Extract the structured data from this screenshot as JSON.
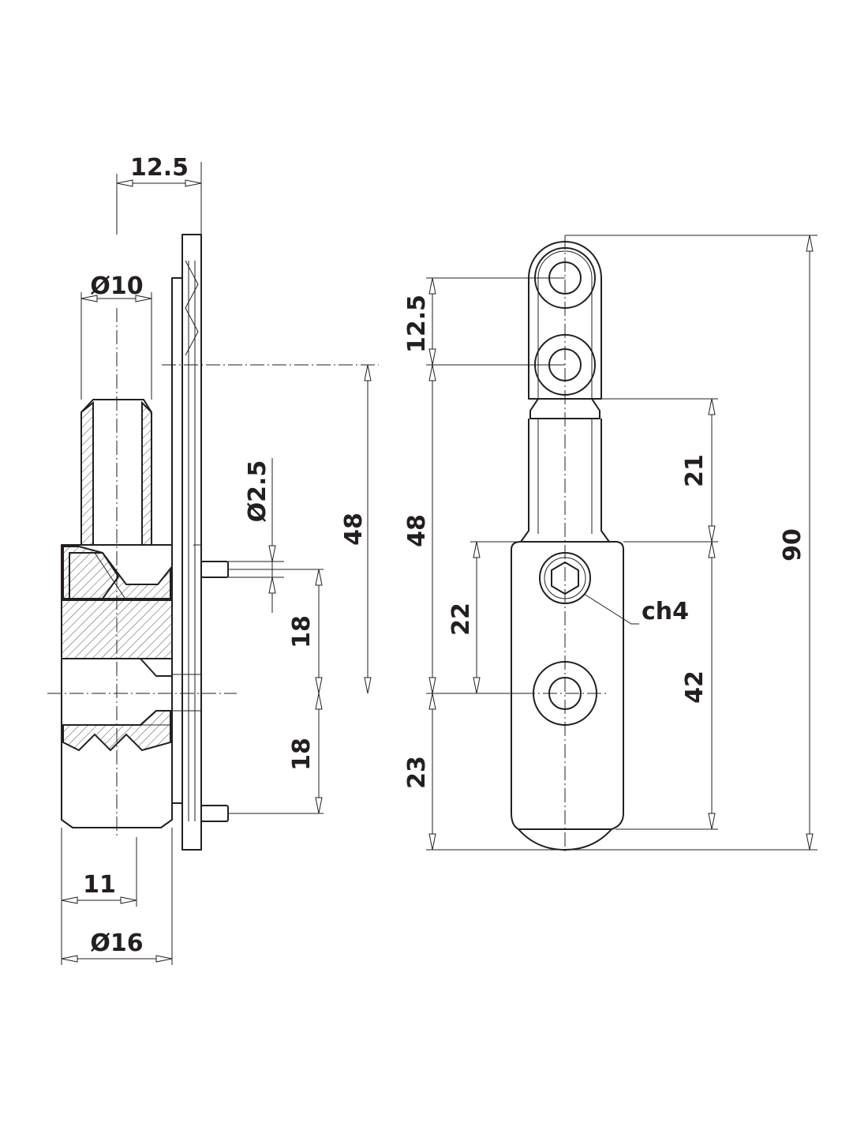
{
  "dimensions": {
    "side_width_top": "12.5",
    "shaft_diameter": "Ø10",
    "pin_diameter": "Ø2.5",
    "side_height_48": "48",
    "side_pin_spacing_upper": "18",
    "side_pin_spacing_lower": "18",
    "body_offset": "11",
    "body_diameter": "Ø16",
    "front_hole_spacing": "12.5",
    "front_height_48": "48",
    "front_bottom_23": "23",
    "front_screw_22": "22",
    "front_neck_21": "21",
    "front_body_42": "42",
    "overall_height": "90",
    "hex_key": "ch4"
  },
  "colors": {
    "line": "#231f20",
    "background": "#ffffff"
  }
}
